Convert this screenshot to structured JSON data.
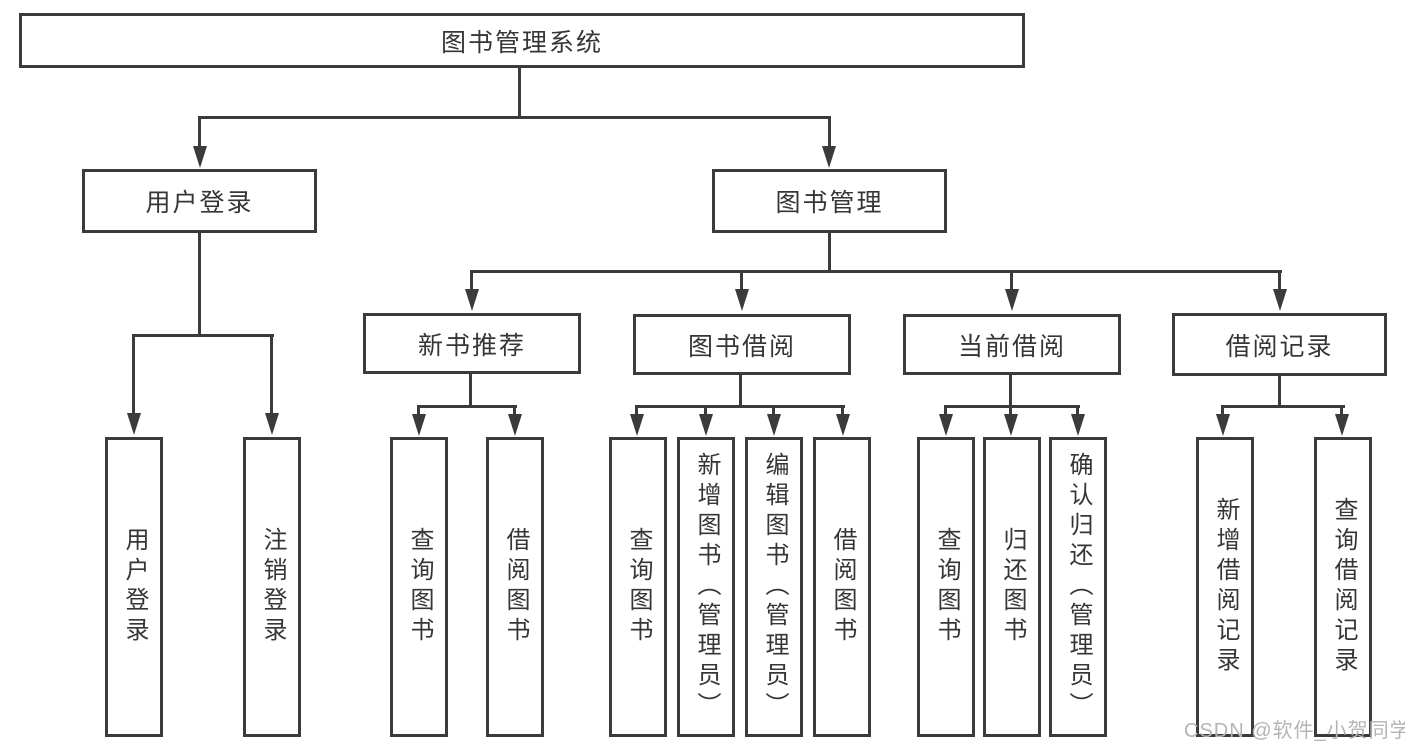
{
  "diagram": {
    "type": "hierarchy",
    "tree": {
      "label": "图书管理系统",
      "children": [
        {
          "label": "用户登录",
          "children": [
            {
              "label": "用户登录"
            },
            {
              "label": "注销登录"
            }
          ]
        },
        {
          "label": "图书管理",
          "children": [
            {
              "label": "新书推荐",
              "children": [
                {
                  "label": "查询图书"
                },
                {
                  "label": "借阅图书"
                }
              ]
            },
            {
              "label": "图书借阅",
              "children": [
                {
                  "label": "查询图书"
                },
                {
                  "label": "新增图书（管理员）"
                },
                {
                  "label": "编辑图书（管理员）"
                },
                {
                  "label": "借阅图书"
                }
              ]
            },
            {
              "label": "当前借阅",
              "children": [
                {
                  "label": "查询图书"
                },
                {
                  "label": "归还图书"
                },
                {
                  "label": "确认归还（管理员）"
                }
              ]
            },
            {
              "label": "借阅记录",
              "children": [
                {
                  "label": "新增借阅记录"
                },
                {
                  "label": "查询借阅记录"
                }
              ]
            }
          ]
        }
      ]
    },
    "colors": {
      "line": "#3b3b3b",
      "text": "#363636",
      "background": "#ffffff",
      "watermark": "#b4b4b4"
    }
  },
  "watermark": {
    "text": "CSDN @软件_小贺同学"
  }
}
